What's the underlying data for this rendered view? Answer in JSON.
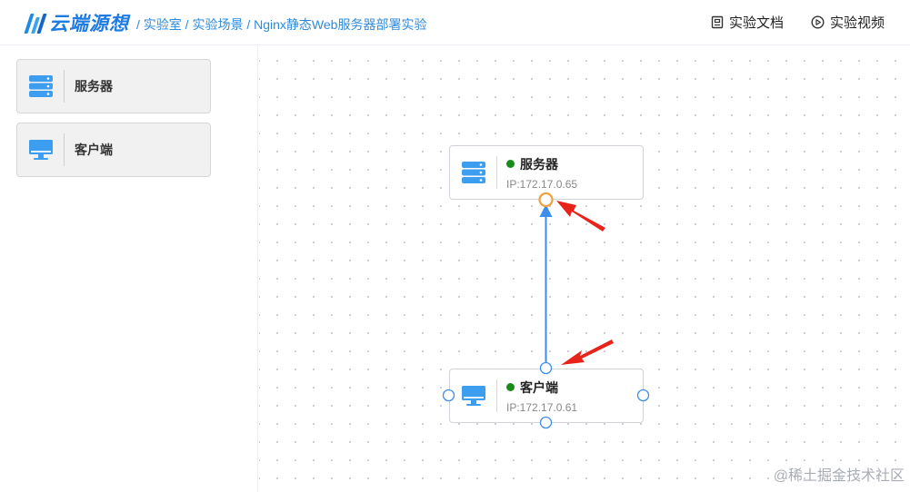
{
  "header": {
    "logo_text": "云端源想",
    "breadcrumb": [
      "实验室",
      "实验场景",
      "Nginx静态Web服务器部署实验"
    ],
    "breadcrumb_sep": "/",
    "actions": [
      {
        "label": "实验文档",
        "icon": "document-icon"
      },
      {
        "label": "实验视频",
        "icon": "play-circle-icon"
      }
    ]
  },
  "palette": [
    {
      "label": "服务器",
      "icon": "server-icon"
    },
    {
      "label": "客户端",
      "icon": "monitor-icon"
    }
  ],
  "nodes": [
    {
      "name": "服务器",
      "ip": "IP:172.17.0.65",
      "icon": "server-icon",
      "status_color": "#1a8a1a"
    },
    {
      "name": "客户端",
      "ip": "IP:172.17.0.61",
      "icon": "monitor-icon",
      "status_color": "#1a8a1a"
    }
  ],
  "colors": {
    "accent": "#2f8ad9",
    "icon_blue": "#3d9ef0",
    "edge": "#3d8ee8",
    "port_active": "#f0a040",
    "arrow_annotation": "#e8231a"
  },
  "watermark": "@稀土掘金技术社区"
}
